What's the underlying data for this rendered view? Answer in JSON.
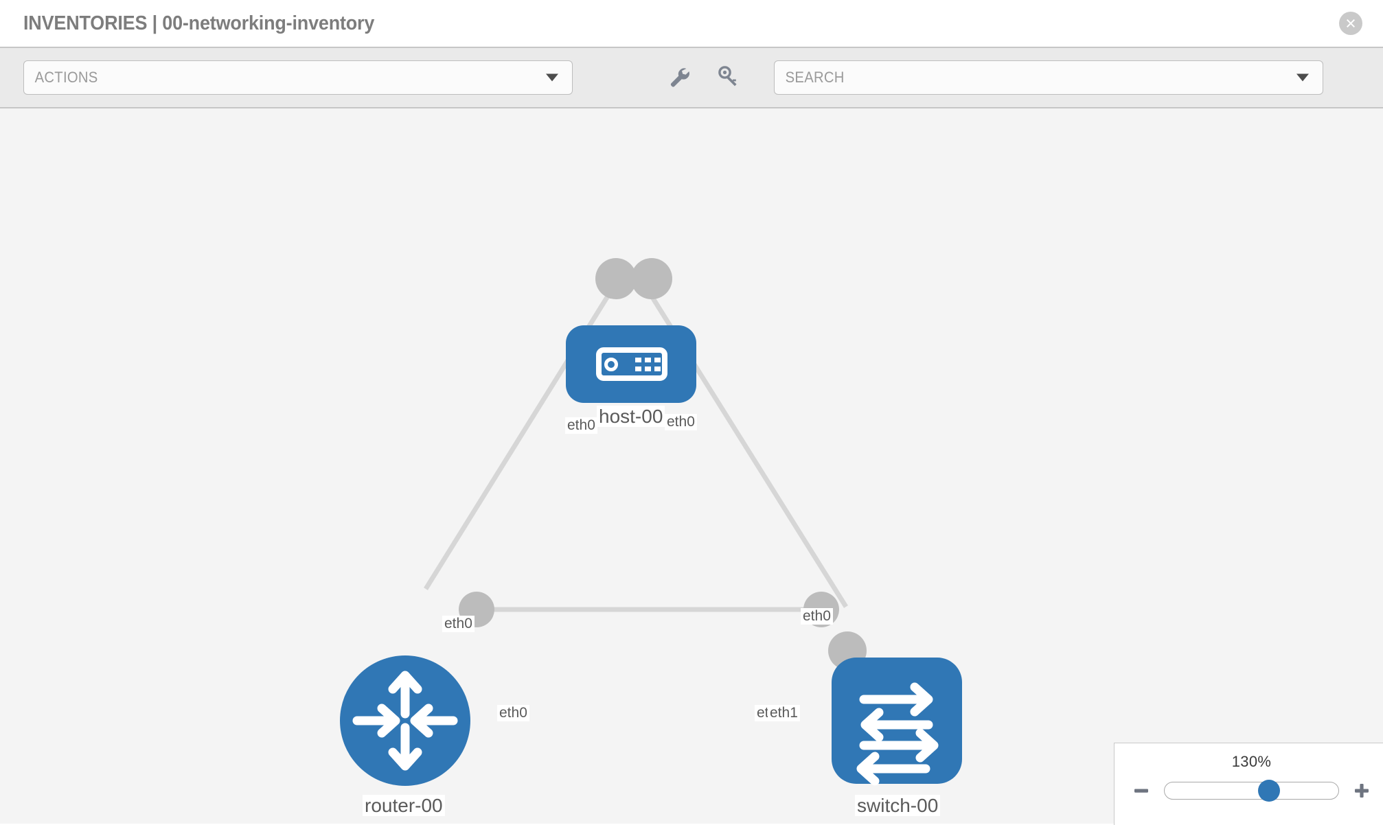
{
  "header": {
    "title": "INVENTORIES | 00-networking-inventory",
    "close_icon": "close-circle-icon"
  },
  "toolbar": {
    "actions_label": "ACTIONS",
    "actions_caret": "chevron-down-icon",
    "search_placeholder": "SEARCH",
    "search_caret": "chevron-down-icon",
    "wrench_icon": "wrench-icon",
    "key_icon": "key-icon"
  },
  "topology": {
    "accent_color": "#3077b5",
    "link_color": "#d3d3d3",
    "interface_color": "#bcbcbc",
    "canvas_color": "#f4f4f4",
    "nodes": [
      {
        "id": "host-00",
        "label": "host-00",
        "icon": "server-icon",
        "shape": "rounded-rect"
      },
      {
        "id": "router-00",
        "label": "router-00",
        "icon": "router-icon",
        "shape": "circle"
      },
      {
        "id": "switch-00",
        "label": "switch-00",
        "icon": "switch-icon",
        "shape": "rounded-square"
      }
    ],
    "links": [
      {
        "from": "host-00",
        "to": "router-00",
        "from_interface": "eth0",
        "to_interface": "eth0"
      },
      {
        "from": "host-00",
        "to": "switch-00",
        "from_interface": "eth0",
        "to_interface": "eth0"
      },
      {
        "from": "router-00",
        "to": "switch-00",
        "from_interface": "eth0",
        "to_interface": "eth1"
      }
    ],
    "interface_labels": {
      "host_left": "eth0",
      "host_right": "eth0",
      "router_up": "eth0",
      "switch_up": "eth0",
      "router_right": "eth0",
      "switch_left_overlap": "etl",
      "switch_left": "eth1"
    }
  },
  "zoom": {
    "percent": "130%",
    "minus_label": "−",
    "plus_label": "+",
    "thumb_position_percent": 60
  }
}
